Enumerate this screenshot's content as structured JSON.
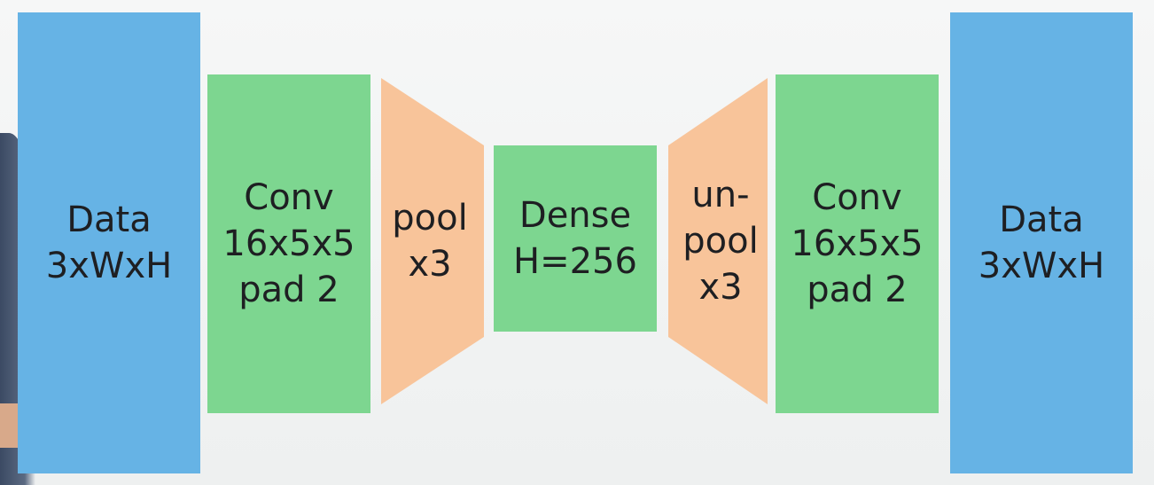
{
  "colors": {
    "data_block": "#66b3e5",
    "conv_block": "#7dd690",
    "pool_block": "#f8c49a",
    "dense_block": "#7dd690"
  },
  "layers": {
    "input": {
      "line1": "Data",
      "line2": "3xWxH"
    },
    "conv1": {
      "line1": "Conv",
      "line2": "16x5x5",
      "line3": "pad 2"
    },
    "pool": {
      "line1": "pool",
      "line2": "x3"
    },
    "dense": {
      "line1": "Dense",
      "line2": "H=256"
    },
    "unpool": {
      "line1": "un-",
      "line2": "pool",
      "line3": "x3"
    },
    "conv2": {
      "line1": "Conv",
      "line2": "16x5x5",
      "line3": "pad 2"
    },
    "output": {
      "line1": "Data",
      "line2": "3xWxH"
    }
  }
}
